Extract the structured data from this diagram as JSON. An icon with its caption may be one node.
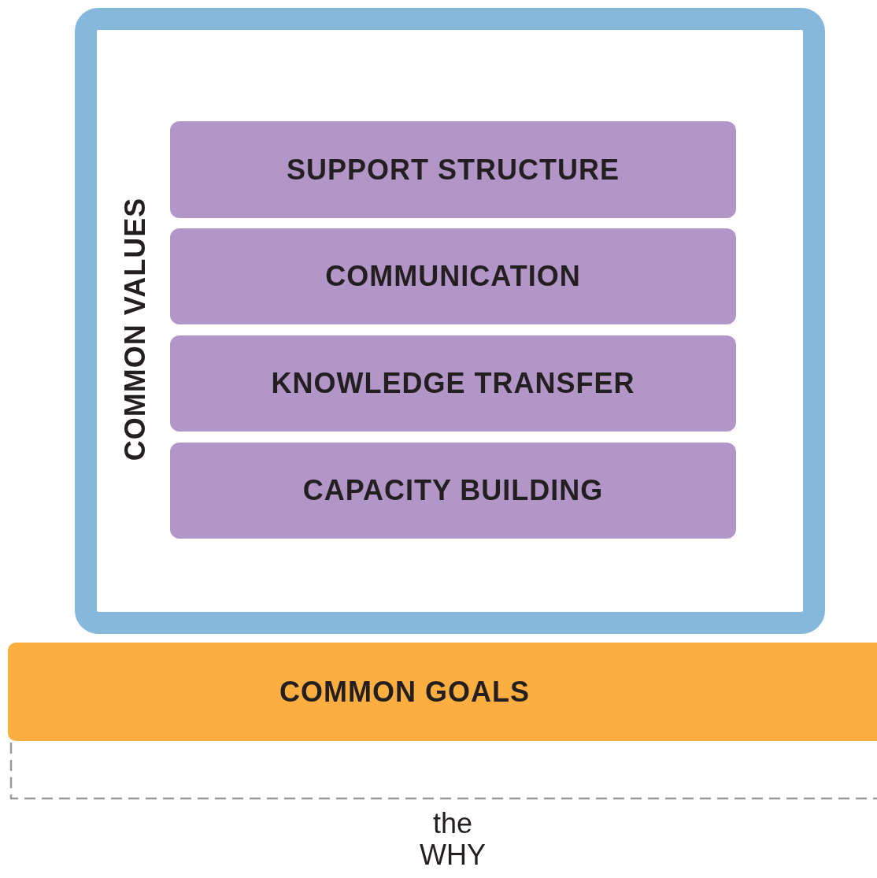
{
  "diagram": {
    "nodes": [
      {
        "text": [
          "COMMON VALUES"
        ]
      },
      {
        "text": [
          "SUPPORT STRUCTURE"
        ],
        "in": 0
      },
      {
        "text": [
          "COMMUNICATION"
        ],
        "in": 0
      },
      {
        "text": [
          "KNOWLEDGE TRANSFER"
        ],
        "in": 0
      },
      {
        "text": [
          "CAPACITY BUILDING"
        ],
        "in": 0
      },
      {
        "text": [
          "COMMON GOALS"
        ]
      }
    ],
    "edges": [],
    "labels": [
      "the WHY"
    ]
  }
}
